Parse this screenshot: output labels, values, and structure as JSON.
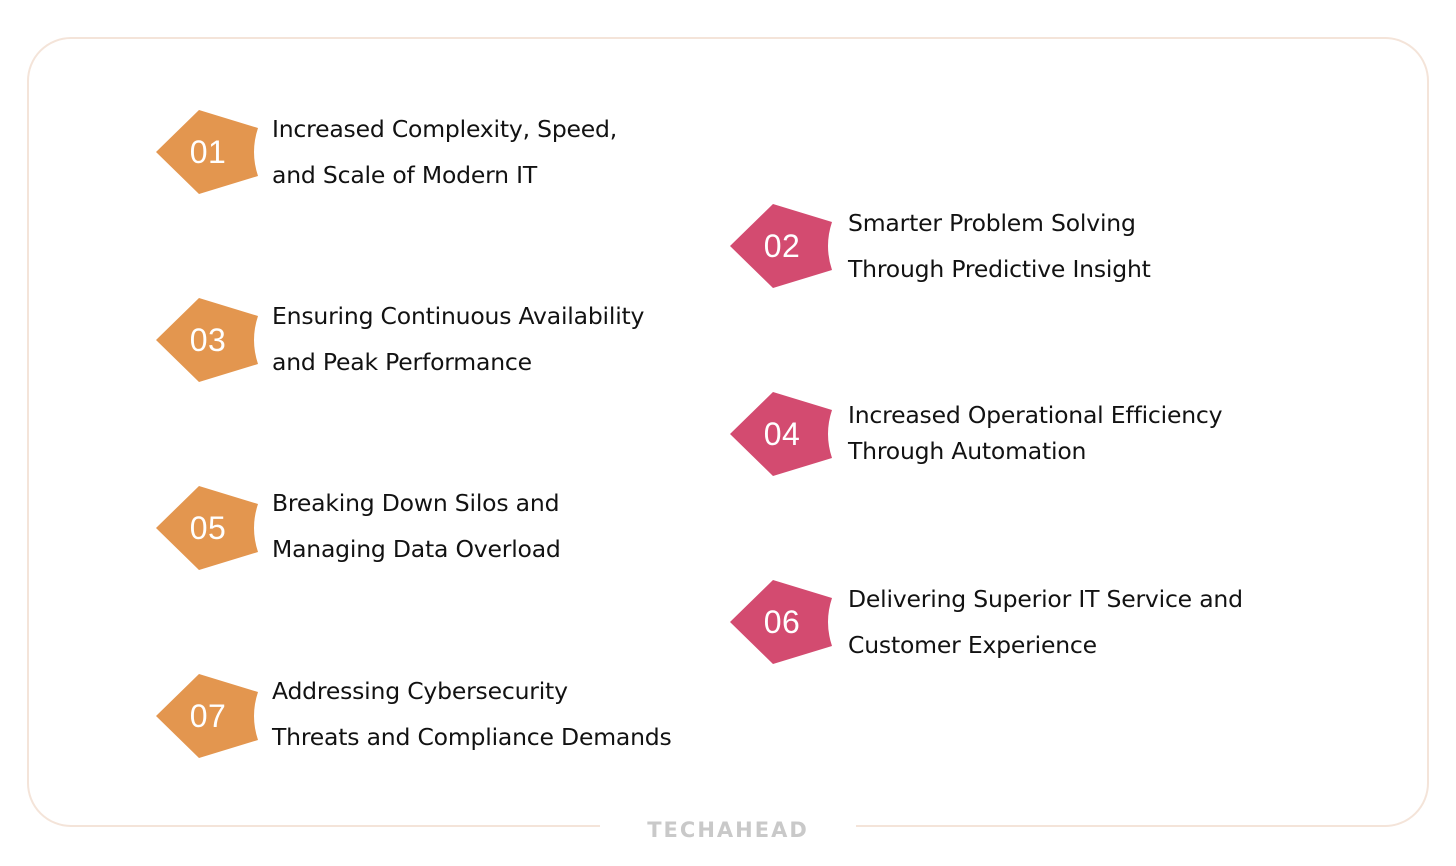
{
  "colors": {
    "orange": "#e3964f",
    "pink": "#d34b70",
    "border": "#f4e4d9",
    "text": "#121212",
    "logo": "#c9c9c9"
  },
  "items": [
    {
      "number": "01",
      "color": "orange",
      "lines": [
        "Increased Complexity, Speed,",
        "and Scale of Modern IT"
      ]
    },
    {
      "number": "02",
      "color": "pink",
      "lines": [
        "Smarter Problem Solving",
        "Through Predictive Insight"
      ]
    },
    {
      "number": "03",
      "color": "orange",
      "lines": [
        "Ensuring Continuous Availability",
        "and Peak Performance"
      ]
    },
    {
      "number": "04",
      "color": "pink",
      "lines": [
        "Increased Operational Efficiency",
        "Through Automation"
      ]
    },
    {
      "number": "05",
      "color": "orange",
      "lines": [
        "Breaking Down Silos and",
        "Managing Data Overload"
      ]
    },
    {
      "number": "06",
      "color": "pink",
      "lines": [
        "Delivering Superior IT Service and",
        "Customer Experience"
      ]
    },
    {
      "number": "07",
      "color": "orange",
      "lines": [
        "Addressing Cybersecurity",
        "Threats and Compliance Demands"
      ]
    }
  ],
  "footer": {
    "logo_text": "TECHAHEAD",
    "logo_icon": "techahead-wordmark"
  }
}
